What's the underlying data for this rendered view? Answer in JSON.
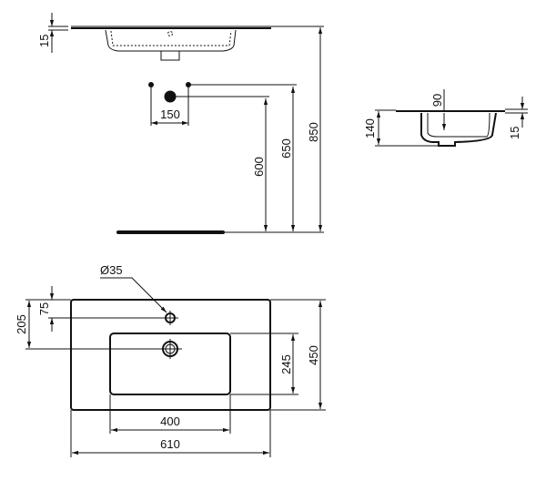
{
  "front_view": {
    "dim_rim": "15",
    "dim_tap_spacing": "150",
    "dim_waste_height": "600",
    "dim_supply_height": "650",
    "dim_total_height": "850"
  },
  "side_view": {
    "dim_depth": "90",
    "dim_height": "140",
    "dim_rim": "15"
  },
  "top_view": {
    "dim_tap_hole": "Ø35",
    "dim_tap_offset": "75",
    "dim_waste_offset": "205",
    "dim_bowl_depth": "245",
    "dim_depth": "450",
    "dim_bowl_width": "400",
    "dim_width": "610"
  }
}
